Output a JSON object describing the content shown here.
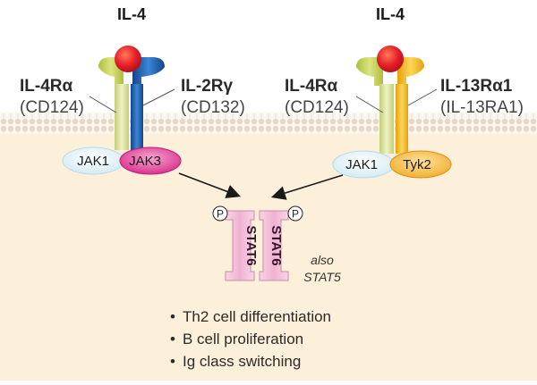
{
  "colors": {
    "background_top": "#ffffff",
    "cytoplasm": "#fdf0da",
    "membrane_dots": "#d9c9b8",
    "ligand": "#e8202a",
    "il4ra": "#c6d65a",
    "il2rg": "#1d5fb0",
    "il13ra1": "#f2b817",
    "jak1": "#dff0f6",
    "jak3": "#e0288c",
    "tyk2": "#f4b730",
    "stat6": "#f4c6dd"
  },
  "left_receptor": {
    "ligand_label": "IL-4",
    "chain_a": {
      "name": "IL-4Rα",
      "cd": "(CD124)"
    },
    "chain_b": {
      "name": "IL-2Rγ",
      "cd": "(CD132)"
    },
    "kinase_a": "JAK1",
    "kinase_b": "JAK3"
  },
  "right_receptor": {
    "ligand_label": "IL-4",
    "chain_a": {
      "name": "IL-4Rα",
      "cd": "(CD124)"
    },
    "chain_b": {
      "name": "IL-13Rα1",
      "cd": "(IL-13RA1)"
    },
    "kinase_a": "JAK1",
    "kinase_b": "Tyk2"
  },
  "stat": {
    "monomer_label": "STAT6",
    "phospho_label": "P",
    "note_line1": "also",
    "note_line2": "STAT5"
  },
  "outcomes": [
    "Th2 cell differentiation",
    "B cell proliferation",
    "Ig class switching"
  ],
  "bullet_char": "•"
}
